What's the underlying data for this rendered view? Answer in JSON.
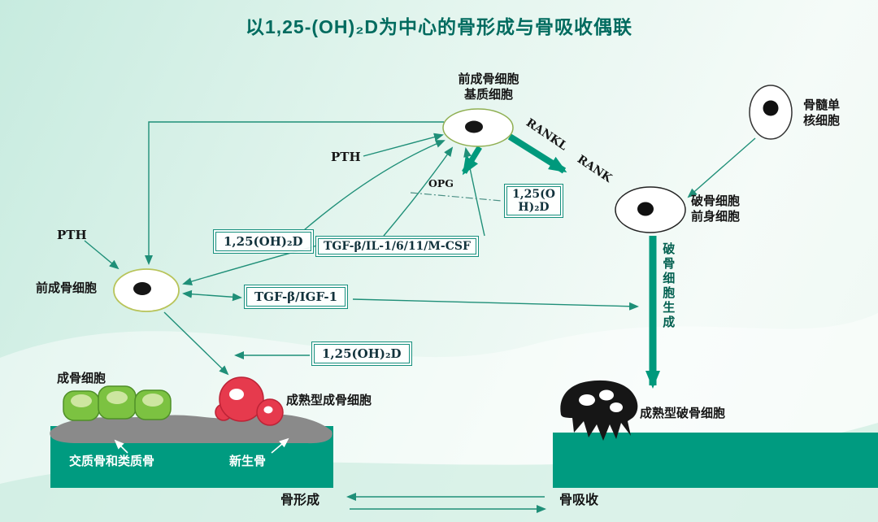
{
  "title": "以1,25-(OH)₂D为中心的骨形成与骨吸收偶联",
  "labels": {
    "pth_top": "PTH",
    "pth_left": "PTH",
    "opg": "OPG",
    "rankl": "RANKL",
    "rank": "RANK",
    "pre_osteoblast_stromal_line1": "前成骨细胞",
    "pre_osteoblast_stromal_line2": "基质细胞",
    "bone_marrow_line1": "骨髓单",
    "bone_marrow_line2": "核细胞",
    "osteoclast_precursor_line1": "破骨细胞",
    "osteoclast_precursor_line2": "前身细胞",
    "pre_osteoblast": "前成骨细胞",
    "osteoclastogenesis": "破骨细胞生成",
    "osteoblast": "成骨细胞",
    "mature_osteoblast": "成熟型成骨细胞",
    "mature_osteoclast": "成熟型破骨细胞",
    "woven_bone": "交质骨和类质骨",
    "new_bone": "新生骨",
    "bone_formation": "骨形成",
    "bone_resorption": "骨吸收"
  },
  "boxes": {
    "vitd_left": "1,25(OH)₂D",
    "tgf_il": "TGF-β/IL-1/6/11/M-CSF",
    "vitd_center_line1": "1,25(O",
    "vitd_center_line2": "H)₂D",
    "tgf_igf": "TGF-β/IGF-1",
    "vitd_bottom": "1,25(OH)₂D"
  },
  "colors": {
    "title": "#006b5f",
    "arrow": "#1f8f78",
    "thick_arrow": "#00997c",
    "bar_green": "#009b80",
    "osteoblast_green": "#7cc241",
    "osteoblast_red": "#e63a4d",
    "bone_gray": "#8a8a8a",
    "box_border": "#168f7d"
  }
}
